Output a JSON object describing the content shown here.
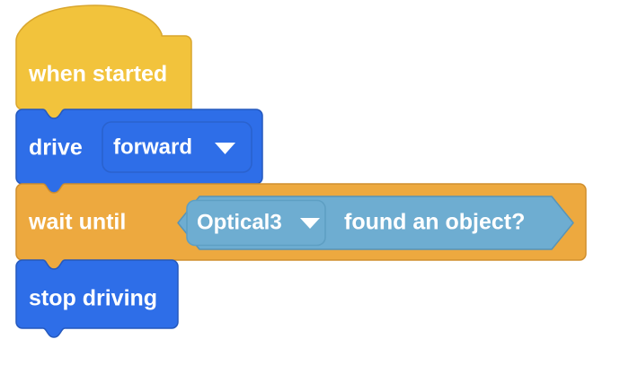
{
  "program": {
    "name": "vex-block-program",
    "blocks": [
      {
        "id": "when-started",
        "type": "hat",
        "label": "when started",
        "color": "#F2C33C",
        "stroke": "#D9A62D"
      },
      {
        "id": "drive",
        "type": "stack",
        "label": "drive",
        "color": "#2E6EE8",
        "stroke": "#2559BE",
        "dropdown": {
          "name": "drive-direction-dropdown",
          "value": "forward",
          "arrow": "chevron-down-icon"
        }
      },
      {
        "id": "wait-until",
        "type": "stack",
        "label": "wait until",
        "color": "#EDA93F",
        "stroke": "#D08F2E",
        "boolean_input": {
          "name": "optical-found-object-boolean",
          "color": "#6EADD1",
          "stroke": "#5794B8",
          "dropdown": {
            "name": "optical-sensor-dropdown",
            "value": "Optical3",
            "arrow": "chevron-down-icon"
          },
          "label": "found an object?"
        }
      },
      {
        "id": "stop-driving",
        "type": "stack",
        "label": "stop driving",
        "color": "#2E6EE8",
        "stroke": "#2559BE"
      }
    ]
  }
}
